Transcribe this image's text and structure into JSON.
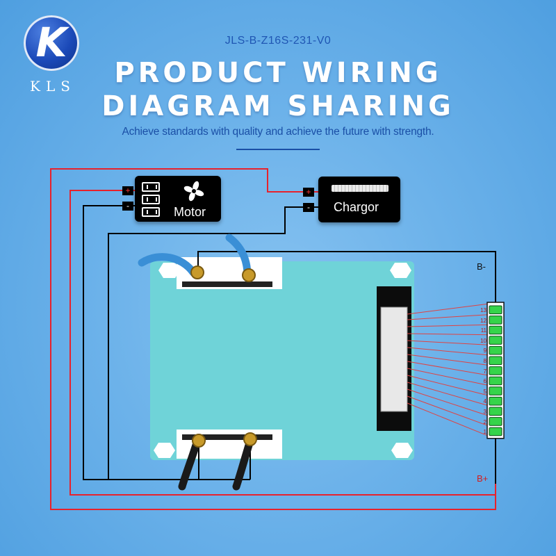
{
  "brand": {
    "mark": "K",
    "name": "KLS"
  },
  "header": {
    "model": "JLS-B-Z16S-231-V0",
    "title_line1": "PRODUCT WIRING",
    "title_line2": "DIAGRAM SHARING",
    "subtitle": "Achieve standards with quality and achieve the future with strength."
  },
  "devices": {
    "motor": {
      "label": "Motor",
      "plus": "+",
      "minus": "-"
    },
    "charger": {
      "label": "Chargor",
      "plus": "+",
      "minus": "-"
    }
  },
  "battery": {
    "negative_label": "B-",
    "positive_label": "B+"
  },
  "cells": [
    "13",
    "12",
    "11",
    "10",
    "9",
    "8",
    "7",
    "6",
    "5",
    "4",
    "3",
    "2",
    "1"
  ],
  "colors": {
    "positive_wire": "#e8212b",
    "negative_wire": "#000000",
    "board": "#6fd3d8",
    "cell": "#35d44a"
  }
}
